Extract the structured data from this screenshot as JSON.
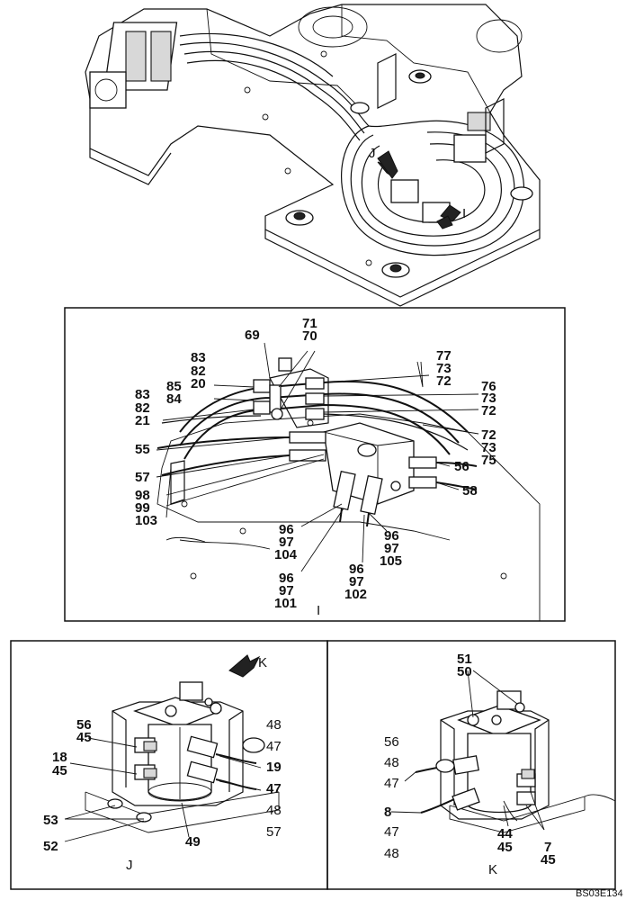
{
  "overview": {
    "view_letters": [
      "J",
      "I"
    ]
  },
  "detail_i": {
    "caption": "I",
    "labels": [
      {
        "id": "l69",
        "text": "69"
      },
      {
        "id": "l71",
        "text": "71"
      },
      {
        "id": "l70",
        "text": "70"
      },
      {
        "id": "l83a",
        "text": "83"
      },
      {
        "id": "l82a",
        "text": "82"
      },
      {
        "id": "l85",
        "text": "85"
      },
      {
        "id": "l20",
        "text": "20"
      },
      {
        "id": "l83b",
        "text": "83"
      },
      {
        "id": "l84",
        "text": "84"
      },
      {
        "id": "l82b",
        "text": "82"
      },
      {
        "id": "l21",
        "text": "21"
      },
      {
        "id": "l77",
        "text": "77"
      },
      {
        "id": "l73a",
        "text": "73"
      },
      {
        "id": "l72a",
        "text": "72"
      },
      {
        "id": "l76",
        "text": "76"
      },
      {
        "id": "l73b",
        "text": "73"
      },
      {
        "id": "l72b",
        "text": "72"
      },
      {
        "id": "l72c",
        "text": "72"
      },
      {
        "id": "l73c",
        "text": "73"
      },
      {
        "id": "l75",
        "text": "75"
      },
      {
        "id": "l55",
        "text": "55"
      },
      {
        "id": "l57",
        "text": "57"
      },
      {
        "id": "l56",
        "text": "56"
      },
      {
        "id": "l58",
        "text": "58"
      },
      {
        "id": "l98",
        "text": "98"
      },
      {
        "id": "l99",
        "text": "99"
      },
      {
        "id": "l103",
        "text": "103"
      },
      {
        "id": "l96a",
        "text": "96"
      },
      {
        "id": "l97a",
        "text": "97"
      },
      {
        "id": "l104",
        "text": "104"
      },
      {
        "id": "l96b",
        "text": "96"
      },
      {
        "id": "l97b",
        "text": "97"
      },
      {
        "id": "l105",
        "text": "105"
      },
      {
        "id": "l96c",
        "text": "96"
      },
      {
        "id": "l97c",
        "text": "97"
      },
      {
        "id": "l101",
        "text": "101"
      },
      {
        "id": "l96d",
        "text": "96"
      },
      {
        "id": "l97d",
        "text": "97"
      },
      {
        "id": "l102",
        "text": "102"
      }
    ]
  },
  "detail_j": {
    "caption": "J",
    "arrow_label": "K",
    "labels": [
      {
        "id": "j56",
        "text": "56"
      },
      {
        "id": "j45a",
        "text": "45"
      },
      {
        "id": "j18",
        "text": "18"
      },
      {
        "id": "j45b",
        "text": "45"
      },
      {
        "id": "j48a",
        "text": "48"
      },
      {
        "id": "j47a",
        "text": "47"
      },
      {
        "id": "j19",
        "text": "19"
      },
      {
        "id": "j47b",
        "text": "47"
      },
      {
        "id": "j48b",
        "text": "48"
      },
      {
        "id": "j57",
        "text": "57"
      },
      {
        "id": "j53",
        "text": "53"
      },
      {
        "id": "j52",
        "text": "52"
      },
      {
        "id": "j49",
        "text": "49"
      }
    ]
  },
  "detail_k": {
    "caption": "K",
    "labels": [
      {
        "id": "k51",
        "text": "51"
      },
      {
        "id": "k50",
        "text": "50"
      },
      {
        "id": "k56",
        "text": "56"
      },
      {
        "id": "k48a",
        "text": "48"
      },
      {
        "id": "k47a",
        "text": "47"
      },
      {
        "id": "k8",
        "text": "8"
      },
      {
        "id": "k47b",
        "text": "47"
      },
      {
        "id": "k48b",
        "text": "48"
      },
      {
        "id": "k44",
        "text": "44"
      },
      {
        "id": "k45a",
        "text": "45"
      },
      {
        "id": "k7",
        "text": "7"
      },
      {
        "id": "k45b",
        "text": "45"
      }
    ]
  },
  "footer": {
    "code": "BS03E134"
  }
}
